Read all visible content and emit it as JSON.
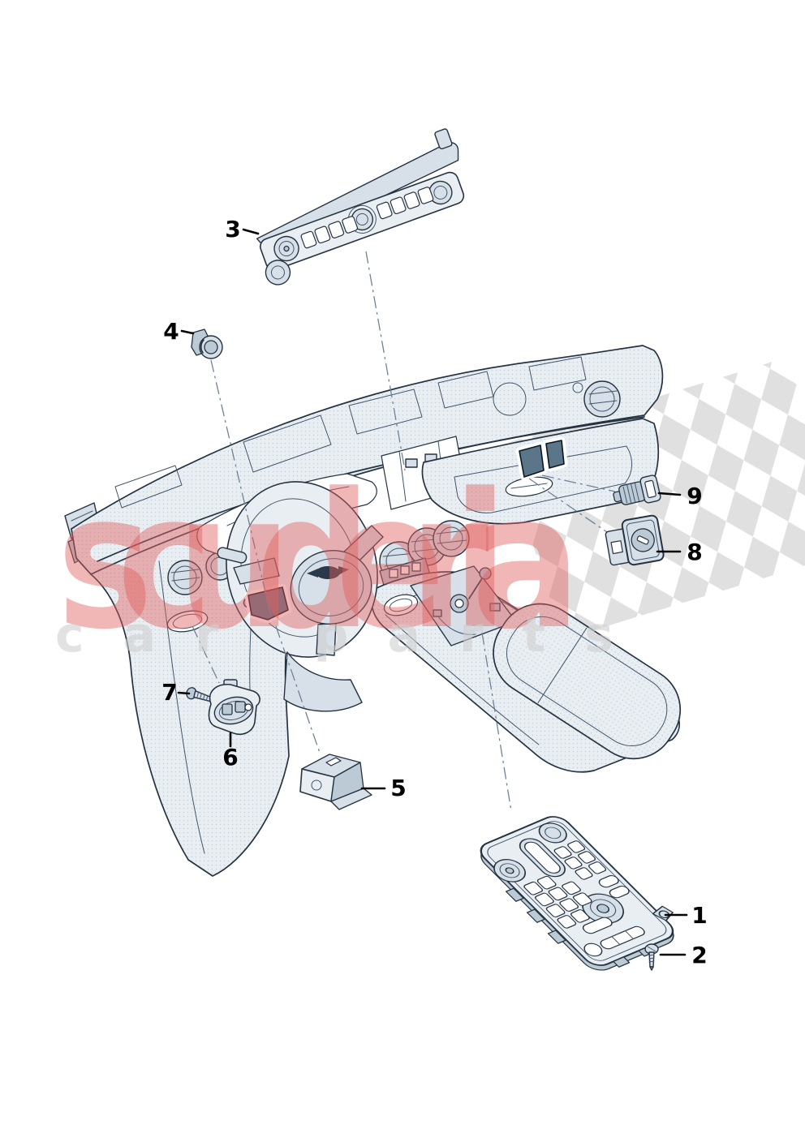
{
  "watermark": {
    "brand": "scuderia",
    "subtitle": "car parts"
  },
  "colors": {
    "watermark_red": "#df6060",
    "watermark_gray": "#cfcfcf",
    "checker": "#dcdcdc",
    "highlight": "#5c7689",
    "line": "#253341"
  },
  "callouts": [
    {
      "label": "1"
    },
    {
      "label": "2"
    },
    {
      "label": "3"
    },
    {
      "label": "4"
    },
    {
      "label": "5"
    },
    {
      "label": "6"
    },
    {
      "label": "7"
    },
    {
      "label": "8"
    },
    {
      "label": "9"
    }
  ]
}
